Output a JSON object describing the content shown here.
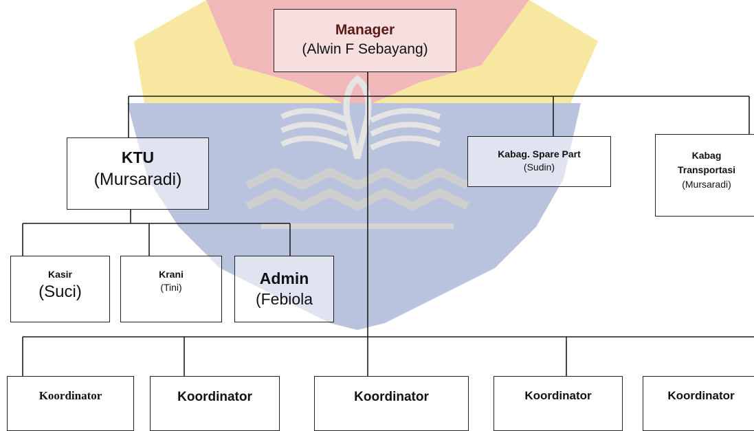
{
  "watermark": {
    "name": "university-logo-watermark",
    "colors": {
      "red": "#f0b8b8",
      "yellow": "#f7e7a0",
      "blue": "#b9c3dd",
      "grey": "#d5d5d5"
    }
  },
  "manager": {
    "title": "Manager",
    "name": "(Alwin F Sebayang)",
    "title_color": "#5a1a1a"
  },
  "ktu": {
    "title": "KTU",
    "name": "(Mursaradi)"
  },
  "spare_part": {
    "title": "Kabag. Spare Part",
    "name": "(Sudin)"
  },
  "transportasi": {
    "title": "Kabag Transportasi",
    "name": "(Mursaradi)"
  },
  "kasir": {
    "title": "Kasir",
    "name": "(Suci)"
  },
  "krani": {
    "title": "Krani",
    "name": "(Tini)"
  },
  "admin": {
    "title": "Admin",
    "name": "(Febiola"
  },
  "koordinator": [
    {
      "title": "Koordinator"
    },
    {
      "title": "Koordinator"
    },
    {
      "title": "Koordinator"
    },
    {
      "title": "Koordinator"
    },
    {
      "title": "Koordinator"
    }
  ]
}
